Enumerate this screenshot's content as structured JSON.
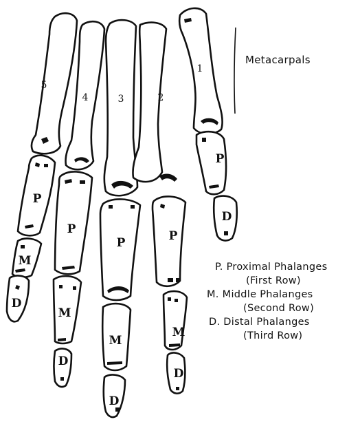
{
  "labels": {
    "metacarpals": "Metacarpals",
    "digits": [
      "5",
      "4",
      "3",
      "2",
      "1"
    ],
    "proximal_letter": "P",
    "middle_letter": "M",
    "distal_letter": "D"
  },
  "legend": {
    "proximal": "P. Proximal Phalanges",
    "proximal_row": "(First Row)",
    "middle": "M. Middle Phalanges",
    "middle_row": "(Second Row)",
    "distal": "D. Distal Phalanges",
    "distal_row": "(Third Row)"
  }
}
